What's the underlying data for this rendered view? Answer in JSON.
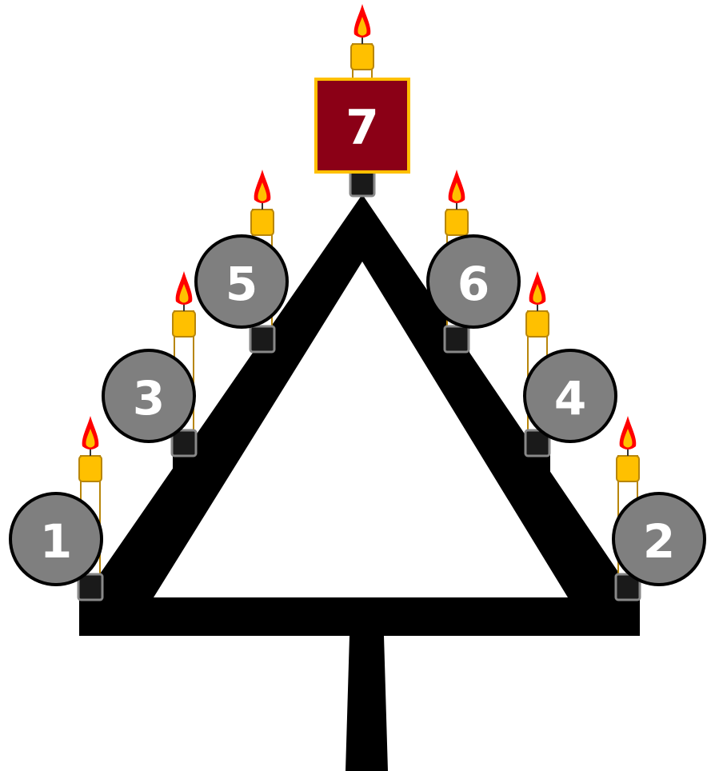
{
  "colors": {
    "frame": "#000000",
    "holder": "#1a1a1a",
    "holder_edge": "#888888",
    "candle": "#ffc000",
    "candle_edge": "#b8860b",
    "flame_outer": "#ff0000",
    "flame_inner": "#ffc000",
    "circle_fill": "#7f7f7f",
    "circle_edge": "#000000",
    "top_box_fill": "#8b0016",
    "top_box_edge": "#ffc000",
    "number_text": "#ffffff"
  },
  "positions": [
    {
      "id": "pos-1",
      "label": "1",
      "shape": "circle"
    },
    {
      "id": "pos-2",
      "label": "2",
      "shape": "circle"
    },
    {
      "id": "pos-3",
      "label": "3",
      "shape": "circle"
    },
    {
      "id": "pos-4",
      "label": "4",
      "shape": "circle"
    },
    {
      "id": "pos-5",
      "label": "5",
      "shape": "circle"
    },
    {
      "id": "pos-6",
      "label": "6",
      "shape": "circle"
    },
    {
      "id": "pos-7",
      "label": "7",
      "shape": "square"
    }
  ]
}
